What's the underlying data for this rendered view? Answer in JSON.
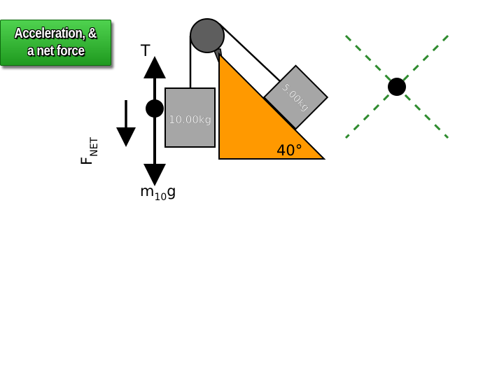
{
  "title": {
    "line1": "Acceleration, &",
    "line2": "a net force"
  },
  "labels": {
    "tension": "T",
    "fnet_main": "F",
    "fnet_sub": "NET",
    "weight_main": "m",
    "weight_sub": "10",
    "weight_g": "g",
    "mass_hanging": "10.00kg",
    "mass_incline": "5.00kg",
    "angle": "40°"
  },
  "colors": {
    "title_green": "#2db82d",
    "incline_orange": "#ff9900",
    "block_gray": "#a6a6a6",
    "pulley_gray": "#5e5e5e",
    "axis_green": "#2e8b2e"
  }
}
